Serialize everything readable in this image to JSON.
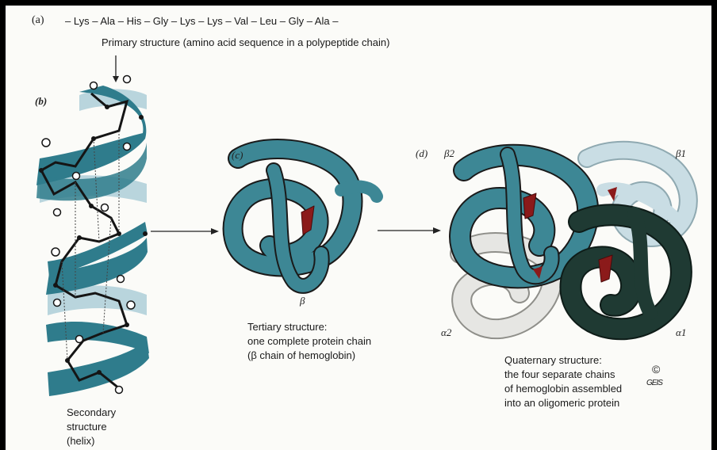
{
  "labels": {
    "a": "(a)",
    "b": "(b)",
    "c": "(c)",
    "d": "(d)"
  },
  "primary": {
    "sequence": "– Lys – Ala – His – Gly – Lys – Lys – Val – Leu – Gly – Ala –",
    "caption": "Primary structure (amino acid sequence in a polypeptide chain)"
  },
  "secondary": {
    "line1": "Secondary",
    "line2": "structure",
    "line3": "(helix)"
  },
  "tertiary": {
    "beta": "β",
    "line1": "Tertiary structure:",
    "line2": "one complete protein chain",
    "line3": "(β chain of hemoglobin)"
  },
  "quaternary": {
    "beta2": "β2",
    "beta1": "β1",
    "alpha2": "α2",
    "alpha1": "α1",
    "line1": "Quaternary structure:",
    "line2": "the four separate chains",
    "line3": "of hemoglobin assembled",
    "line4": "into an oligomeric protein",
    "copyright": "©",
    "signature": "GEIS"
  },
  "colors": {
    "helix_teal": "#2f7c8c",
    "helix_light": "#b9d5dd",
    "beta_chain": "#3d8795",
    "alpha_dark": "#1f3a33",
    "alpha_light": "#e6e6e3",
    "beta_light": "#c9dde4",
    "heme": "#8b1a1a"
  }
}
